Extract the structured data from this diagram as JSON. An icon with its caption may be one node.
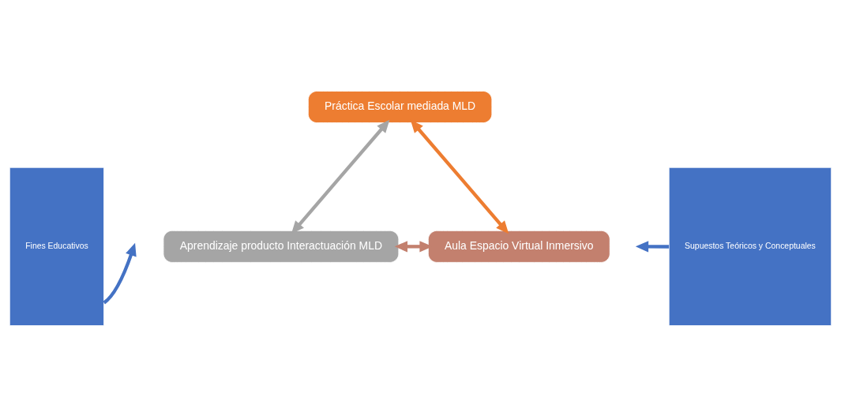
{
  "diagram": {
    "nodes": [
      {
        "text": [
          "Fines Educativos"
        ]
      },
      {
        "text": [
          "Práctica Escolar mediada MLD"
        ]
      },
      {
        "text": [
          "Aprendizaje producto Interactuación MLD"
        ]
      },
      {
        "text": [
          "Aula Espacio Virtual Inmersivo"
        ]
      },
      {
        "text": [
          "Supuestos Teóricos y Conceptuales"
        ]
      }
    ],
    "edges": [
      {
        "from": 0,
        "to": null,
        "arrow": "to",
        "color": "#4472c4"
      },
      {
        "from": 1,
        "to": 2,
        "arrow": "both",
        "color": "#a5a5a5"
      },
      {
        "from": 1,
        "to": 3,
        "arrow": "both",
        "color": "#ed7d31"
      },
      {
        "from": 2,
        "to": 3,
        "arrow": "both",
        "color": "#c3806e"
      },
      {
        "from": 4,
        "to": null,
        "arrow": "to",
        "color": "#4472c4"
      }
    ]
  }
}
